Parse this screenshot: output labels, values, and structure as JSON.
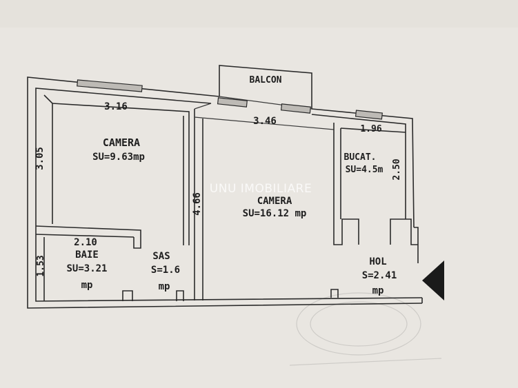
{
  "balcony": {
    "label": "BALCON"
  },
  "rooms": [
    {
      "id": "camera-1",
      "name": "CAMERA",
      "area": "SU=9.63mp"
    },
    {
      "id": "camera-2",
      "name": "CAMERA",
      "area": "SU=16.12 mp"
    },
    {
      "id": "bucatarie",
      "name": "BUCAT.",
      "area": "SU=4.5m"
    },
    {
      "id": "baie",
      "name": "BAIE",
      "area": "SU=3.21",
      "unit": "mp"
    },
    {
      "id": "sas",
      "name": "SAS",
      "area": "S=1.6",
      "unit": "mp"
    },
    {
      "id": "hol",
      "name": "HOL",
      "area": "S=2.41",
      "unit": "mp"
    }
  ],
  "dimensions": {
    "camera1_width": "3.16",
    "camera1_depth": "3.05",
    "camera2_width": "3.46",
    "camera2_depth": "4.66",
    "bucat_width": "1.96",
    "bucat_depth": "2.50",
    "baie_width": "2.10",
    "baie_depth": "1.53"
  },
  "watermark": "UNU IMOBILIARE",
  "colors": {
    "paper": "#e9e6e1",
    "ink": "#1e1e1e",
    "arrow": "#1a1a1a"
  },
  "icons": {
    "entrance": "entrance-arrow-icon"
  }
}
